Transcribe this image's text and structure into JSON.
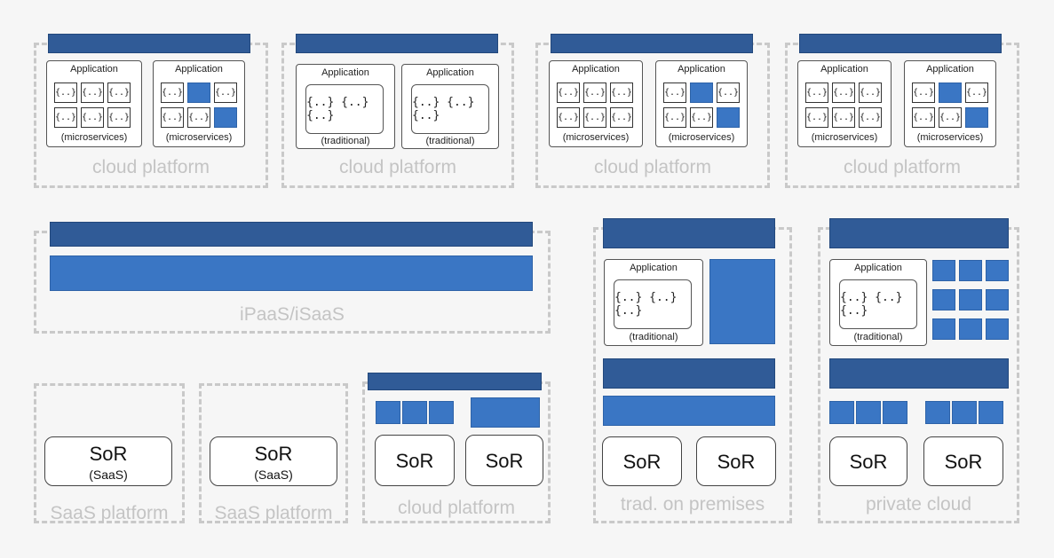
{
  "labels": {
    "cloud_platform": "cloud platform",
    "ipaas": "iPaaS/iSaaS",
    "saas_platform": "SaaS platform",
    "trad_on_premises": "trad. on premises",
    "private_cloud": "private cloud",
    "application": "Application",
    "microservices": "(microservices)",
    "traditional": "(traditional)",
    "service": "{..}",
    "service_row": "{..} {..} {..}",
    "sor": "SoR",
    "saas_sub": "(SaaS)"
  },
  "colors": {
    "dark_bar": "#305b97",
    "light_block": "#3a76c4",
    "dashed_border": "#c9c9c9",
    "platform_label": "#c4c4c4"
  }
}
